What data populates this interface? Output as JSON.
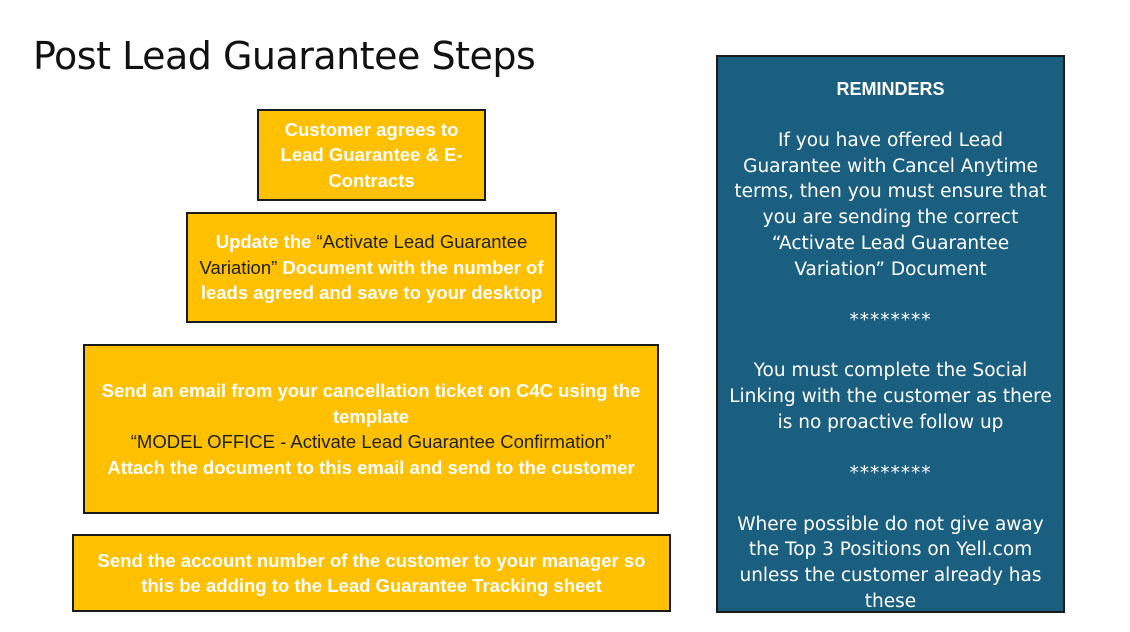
{
  "title": "Post Lead Guarantee Steps",
  "steps": {
    "step1": "Customer agrees to Lead Guarantee & E-Contracts",
    "step2": {
      "part1": "Update the ",
      "part2": "“Activate Lead Guarantee Variation”",
      "part3": " Document with the number of leads agreed and save to your desktop"
    },
    "step3": {
      "line1": "Send an email from your cancellation ticket on C4C using the template",
      "line2": "“MODEL OFFICE - Activate Lead Guarantee Confirmation”",
      "line3": "Attach the document to this email and send to the customer"
    },
    "step4": "Send the account number of the customer to your manager so this be adding to the Lead Guarantee Tracking sheet"
  },
  "reminders": {
    "heading": "REMINDERS",
    "item1": "If you have offered Lead Guarantee with Cancel Anytime terms, then you must ensure that you are sending the correct “Activate Lead Guarantee Variation” Document",
    "separator": "********",
    "item2": "You must complete the Social Linking  with the customer as there is no proactive follow up",
    "item3": "Where possible do not give away the Top 3 Positions on Yell.com unless the customer already has these"
  },
  "colors": {
    "step_fill": "#ffc000",
    "reminder_fill": "#1a5f80"
  }
}
